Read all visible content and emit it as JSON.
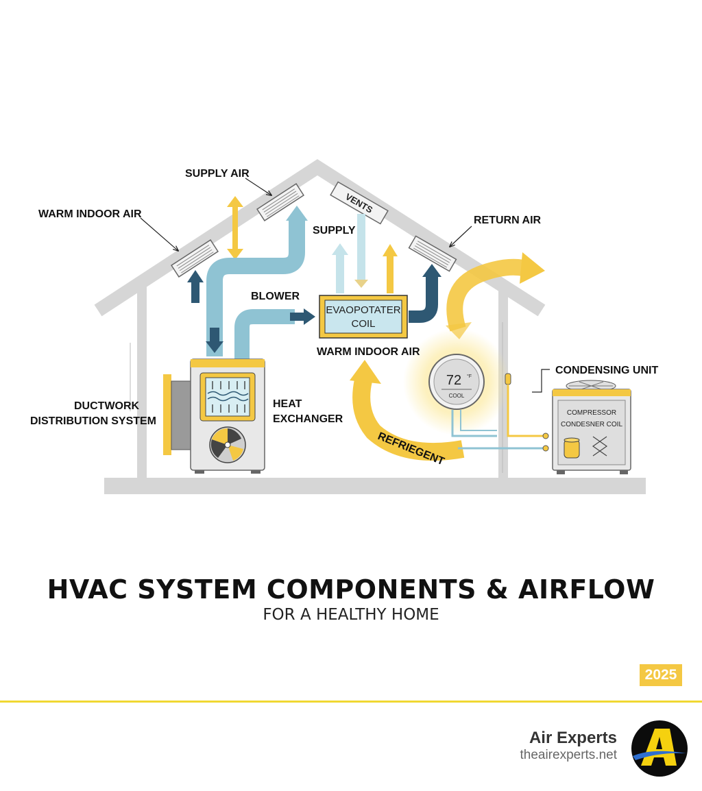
{
  "labels": {
    "supply_air": "SUPPLY AIR",
    "warm_indoor_air_top": "WARM INDOOR AIR",
    "vents": "VENTS",
    "supply": "SUPPLY",
    "return_air": "RETURN AIR",
    "blower": "BLOWER",
    "evap_line1": "EVAOPOTATER",
    "evap_line2": "COIL",
    "warm_indoor_air_mid": "WARM INDOOR AIR",
    "condensing_unit": "CONDENSING UNIT",
    "ductwork_line1": "DUCTWORK",
    "ductwork_line2": "DISTRIBUTION SYSTEM",
    "heat_line1": "HEAT",
    "heat_line2": "EXCHANGER",
    "refrigerant": "REFRIEGENT",
    "compressor_line1": "COMPRESSOR",
    "compressor_line2": "CONDESNER COIL"
  },
  "thermostat": {
    "temperature": "72",
    "unit": "°F",
    "mode": "COOL"
  },
  "title": "HVAC SYSTEM COMPONENTS & AIRFLOW",
  "subtitle": "FOR A HEALTHY HOME",
  "year_badge": "2025",
  "brand": {
    "name": "Air Experts",
    "url": "theairexperts.net",
    "logo_letter": "A"
  },
  "colors": {
    "yellow": "#f4c843",
    "blue": "#8fc3d3",
    "dark_blue": "#274d66",
    "gray": "#d6d6d6"
  }
}
